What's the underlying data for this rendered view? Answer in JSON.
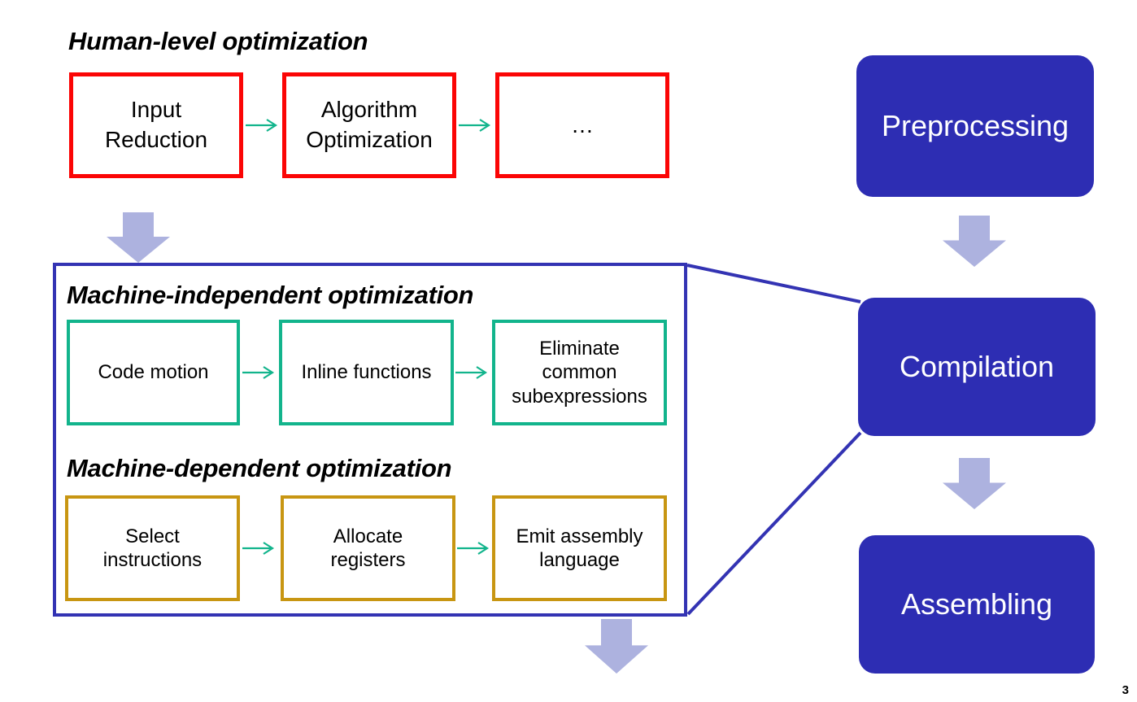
{
  "slide": {
    "page_number": "3"
  },
  "colors": {
    "stage_fill_blue": "#2d2db3",
    "panel_outline_blue": "#3333b3",
    "red_outline": "#fb0505",
    "teal_outline": "#12b48c",
    "gold_outline": "#c89612",
    "lavender_arrow": "#adb2df",
    "flow_arrow_teal": "#12b48c",
    "text_black": "#000000",
    "text_white": "#ffffff"
  },
  "human_section": {
    "title": "Human-level optimization",
    "boxes": [
      {
        "label": "Input\nReduction"
      },
      {
        "label": "Algorithm\nOptimization"
      },
      {
        "label": "…"
      }
    ]
  },
  "optimization_panel": {
    "independent": {
      "title": "Machine-independent optimization",
      "boxes": [
        {
          "label": "Code motion"
        },
        {
          "label": "Inline functions"
        },
        {
          "label": "Eliminate\ncommon\nsubexpressions"
        }
      ]
    },
    "dependent": {
      "title": "Machine-dependent optimization",
      "boxes": [
        {
          "label": "Select\ninstructions"
        },
        {
          "label": "Allocate\nregisters"
        },
        {
          "label": "Emit assembly\nlanguage"
        }
      ]
    }
  },
  "pipeline": {
    "stages": [
      {
        "label": "Preprocessing"
      },
      {
        "label": "Compilation"
      },
      {
        "label": "Assembling"
      }
    ]
  }
}
